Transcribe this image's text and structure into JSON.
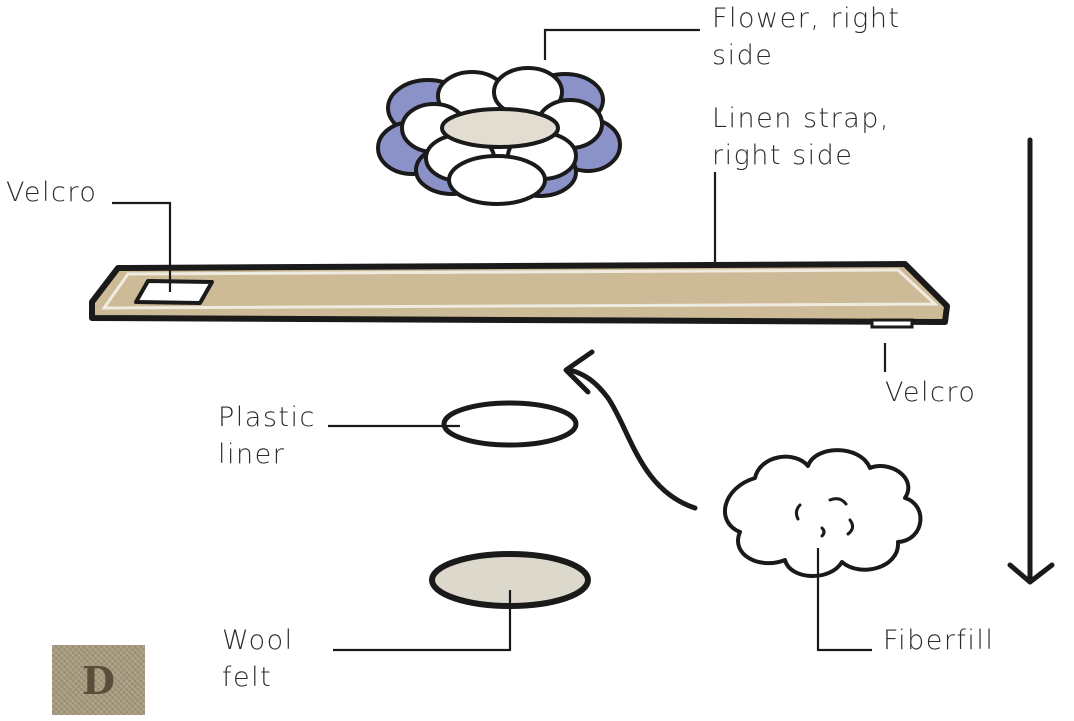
{
  "labels": {
    "flower": "Flower, right\nside",
    "strap": "Linen strap,\nright side",
    "velcro_left": "Velcro",
    "velcro_right": "Velcro",
    "liner": "Plastic\nliner",
    "fiberfill": "Fiberfill",
    "felt": "Wool\nfelt"
  },
  "step_badge": "D",
  "colors": {
    "ink": "#1a1a1a",
    "petal_blue": "#8a92c8",
    "petal_white": "#ffffff",
    "center_fill": "#e2ddd0",
    "strap_fill": "#cdbb98",
    "felt_fill": "#dcd8cc",
    "badge_bg": "#a89a7d",
    "badge_text": "#5a4e3a"
  }
}
